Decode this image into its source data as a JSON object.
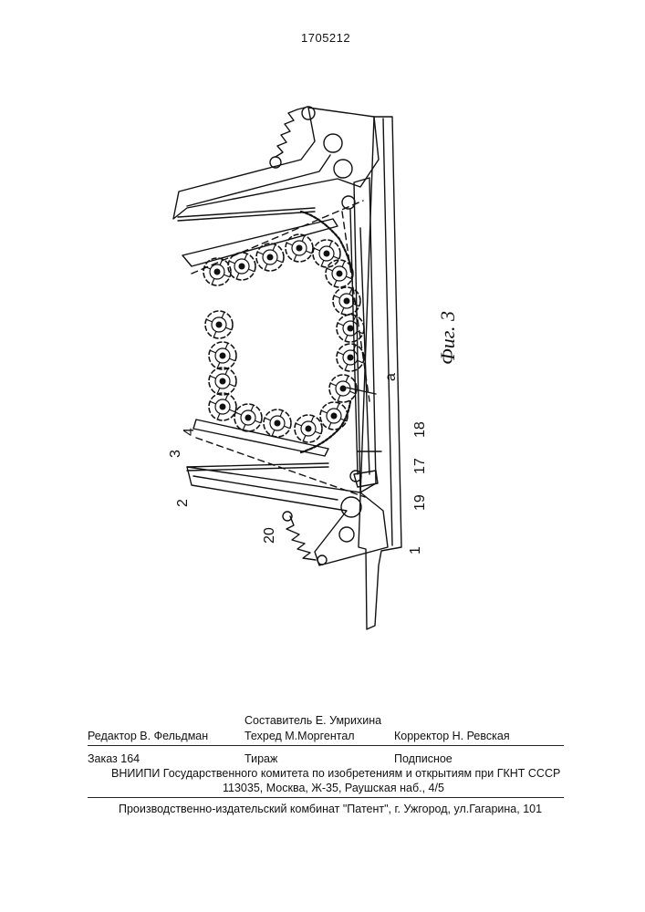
{
  "header": {
    "patent_number": "1705212"
  },
  "figure": {
    "caption": "Фиг. 3",
    "labels": {
      "l1": "1",
      "l2": "2",
      "l3": "3",
      "l4": "4",
      "l17": "17",
      "l18": "18",
      "l19": "19",
      "l20": "20",
      "la": "a"
    }
  },
  "colophon": {
    "compiler": "Составитель  Е. Умрихина",
    "editor": "Редактор  В. Фельдман",
    "techred": "Техред М.Моргентал",
    "corrector": "Корректор   Н. Ревская",
    "order": "Заказ 164",
    "circulation": "Тираж",
    "subscription": "Подписное",
    "vniipi": "ВНИИПИ Государственного комитета по изобретениям и открытиям при ГКНТ СССР",
    "address": "113035, Москва, Ж-35, Раушская наб., 4/5",
    "publisher": "Производственно-издательский комбинат \"Патент\", г. Ужгород, ул.Гагарина, 101"
  }
}
